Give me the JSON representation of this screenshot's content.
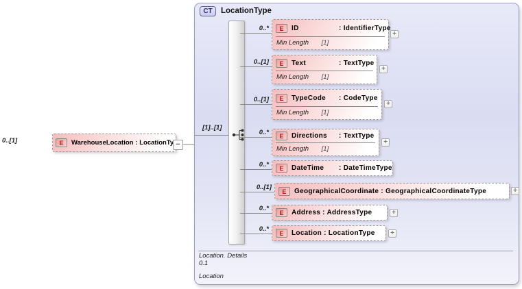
{
  "diagram": {
    "root_element": {
      "cardinality": "0..[1]",
      "icon": "E",
      "name": "WarehouseLocation",
      "type_label": ": LocationType",
      "collapse_glyph": "−"
    },
    "complex_type": {
      "badge": "CT",
      "title": "LocationType",
      "compositor_cardinality": "[1]..[1]",
      "annotation": {
        "line1": "Location. Details",
        "line2": "0.1",
        "line3": "Location"
      }
    },
    "elements": [
      {
        "cardinality": "0..*",
        "icon": "E",
        "name": "ID",
        "type_label": ": IdentifierType",
        "facet": {
          "name": "Min Length",
          "value": "[1]"
        },
        "expand": "+"
      },
      {
        "cardinality": "0..[1]",
        "icon": "E",
        "name": "Text",
        "type_label": ": TextType",
        "facet": {
          "name": "Min Length",
          "value": "[1]"
        },
        "expand": "+"
      },
      {
        "cardinality": "0..[1]",
        "icon": "E",
        "name": "TypeCode",
        "type_label": ": CodeType",
        "facet": {
          "name": "Min Length",
          "value": "[1]"
        },
        "expand": "+"
      },
      {
        "cardinality": "0..*",
        "icon": "E",
        "name": "Directions",
        "type_label": ": TextType",
        "facet": {
          "name": "Min Length",
          "value": "[1]"
        },
        "expand": "+"
      },
      {
        "cardinality": "0..*",
        "icon": "E",
        "name": "DateTime",
        "type_label": ": DateTimeType"
      },
      {
        "cardinality": "0..[1]",
        "icon": "E",
        "name": "GeographicalCoordinate",
        "type_label": ": GeographicalCoordinateType",
        "expand": "+"
      },
      {
        "cardinality": "0..*",
        "icon": "E",
        "name": "Address",
        "type_label": ": AddressType",
        "expand": "+"
      },
      {
        "cardinality": "0..*",
        "icon": "E",
        "name": "Location",
        "type_label": ": LocationType",
        "expand": "+"
      }
    ],
    "colors": {
      "element_fill_accent": "#f5bdbd",
      "element_icon_text": "#b22222",
      "container_fill": "#dcdef3",
      "container_border": "#9c9cb8",
      "ct_badge_text": "#2c2c6e",
      "connector": "#8a8a8a"
    }
  }
}
